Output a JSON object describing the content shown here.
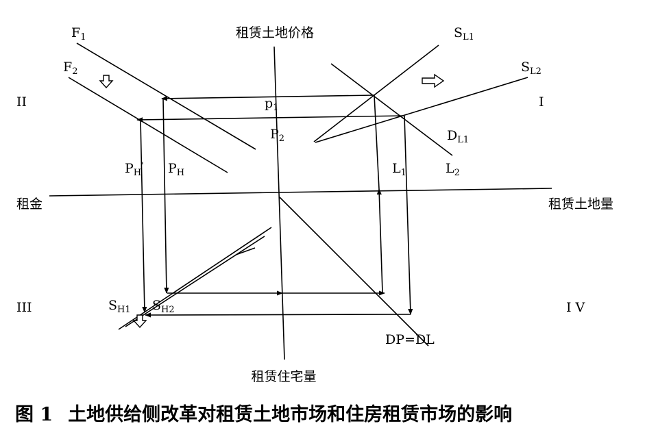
{
  "axes": {
    "top": "租赁土地价格",
    "left": "租金",
    "right": "租赁土地量",
    "bottom": "租赁住宅量"
  },
  "quadrants": {
    "I": "I",
    "II": "II",
    "III": "III",
    "IV": "I V"
  },
  "curves": {
    "F1": {
      "base": "F",
      "sub": "1"
    },
    "F2": {
      "base": "F",
      "sub": "2"
    },
    "SL1": {
      "base": "S",
      "sub": "L1"
    },
    "SL2": {
      "base": "S",
      "sub": "L2"
    },
    "DL1": {
      "base": "D",
      "sub": "L1"
    },
    "SH1": {
      "base": "S",
      "sub": "H1"
    },
    "SH2": {
      "base": "S",
      "sub": "H2"
    }
  },
  "points": {
    "p1": {
      "base": "p",
      "sub": "1"
    },
    "P2": {
      "base": "P",
      "sub": "2"
    },
    "PH_prime": {
      "base": "P",
      "sub": "H",
      "prime": "'"
    },
    "PH": {
      "base": "P",
      "sub": "H"
    },
    "L1": {
      "base": "L",
      "sub": "1"
    },
    "L2": {
      "base": "L",
      "sub": "2"
    }
  },
  "identity_line": "DP=DL",
  "caption": {
    "number": "图 1",
    "text": "土地供给侧改革对租赁土地市场和住房租赁市场的影响"
  }
}
